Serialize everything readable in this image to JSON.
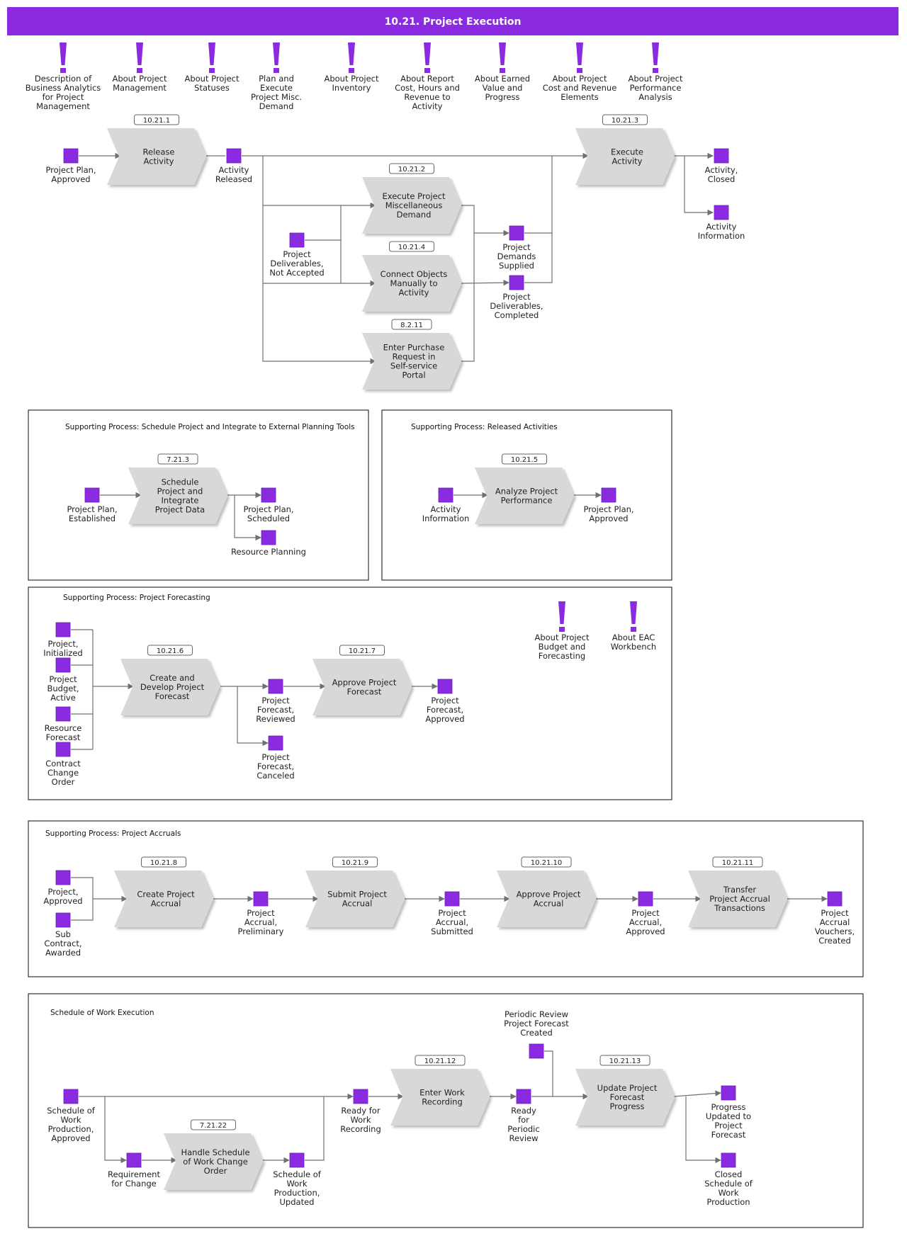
{
  "title": "10.21. Project Execution",
  "colors": {
    "accent": "#8a2be2",
    "event": "#8a2be2",
    "process": "#d8d8d8",
    "line": "#707070"
  },
  "icons": {
    "info": "exclamation-icon",
    "event": "square-event-icon",
    "process": "chevron-process-icon"
  },
  "info_links": [
    "Description of Business Analytics for Project Management",
    "About Project Management",
    "About Project Statuses",
    "Plan and Execute Project Misc. Demand",
    "About Project Inventory",
    "About Report Cost, Hours and Revenue to Activity",
    "About Earned Value and Progress",
    "About Project Cost and Revenue Elements",
    "About Project Performance Analysis",
    "About Project Budget and Forecasting",
    "About EAC Workbench"
  ],
  "containers": [
    "Supporting Process: Schedule Project and Integrate to External Planning Tools",
    "Supporting Process: Released Activities",
    "Supporting Process: Project Forecasting",
    "Supporting Process: Project Accruals",
    "Schedule of Work Execution"
  ],
  "processes": [
    {
      "id": "10.21.1",
      "name": "Release Activity"
    },
    {
      "id": "10.21.3",
      "name": "Execute Activity"
    },
    {
      "id": "10.21.2",
      "name": "Execute Project Miscellaneous Demand"
    },
    {
      "id": "10.21.4",
      "name": "Connect Objects Manually to Activity"
    },
    {
      "id": "8.2.11",
      "name": "Enter Purchase Request in Self-service Portal"
    },
    {
      "id": "7.21.3",
      "name": "Schedule Project and Integrate Project Data"
    },
    {
      "id": "10.21.5",
      "name": "Analyze Project Performance"
    },
    {
      "id": "10.21.6",
      "name": "Create and Develop Project Forecast"
    },
    {
      "id": "10.21.7",
      "name": "Approve Project Forecast"
    },
    {
      "id": "10.21.8",
      "name": "Create Project Accrual"
    },
    {
      "id": "10.21.9",
      "name": "Submit Project Accrual"
    },
    {
      "id": "10.21.10",
      "name": "Approve Project Accrual"
    },
    {
      "id": "10.21.11",
      "name": "Transfer Project Accrual Transactions"
    },
    {
      "id": "10.21.12",
      "name": "Enter Work Recording"
    },
    {
      "id": "10.21.13",
      "name": "Update Project Forecast Progress"
    },
    {
      "id": "7.21.22",
      "name": "Handle Schedule of Work Change Order"
    }
  ],
  "events": [
    "Project Plan, Approved",
    "Activity Released",
    "Activity, Closed",
    "Activity Information",
    "Project Deliverables, Not Accepted",
    "Project Demands Supplied",
    "Project Deliverables, Completed",
    "Project Plan, Established",
    "Project Plan, Scheduled",
    "Resource Planning",
    "Activity Information",
    "Project Plan, Approved",
    "Project, Initialized",
    "Project Budget, Active",
    "Resource Forecast",
    "Contract Change Order",
    "Project Forecast, Reviewed",
    "Project Forecast, Canceled",
    "Project Forecast, Approved",
    "Project, Approved",
    "Sub Contract, Awarded",
    "Project Accrual, Preliminary",
    "Project Accrual, Submitted",
    "Project Accrual, Approved",
    "Project Accrual Vouchers, Created",
    "Periodic Review Project Forecast Created",
    "Schedule of Work Production, Approved",
    "Ready for Work Recording",
    "Ready for Periodic Review",
    "Progress Updated to Project Forecast",
    "Closed Schedule of Work Production",
    "Requirement for Change",
    "Schedule of Work Production, Updated"
  ]
}
